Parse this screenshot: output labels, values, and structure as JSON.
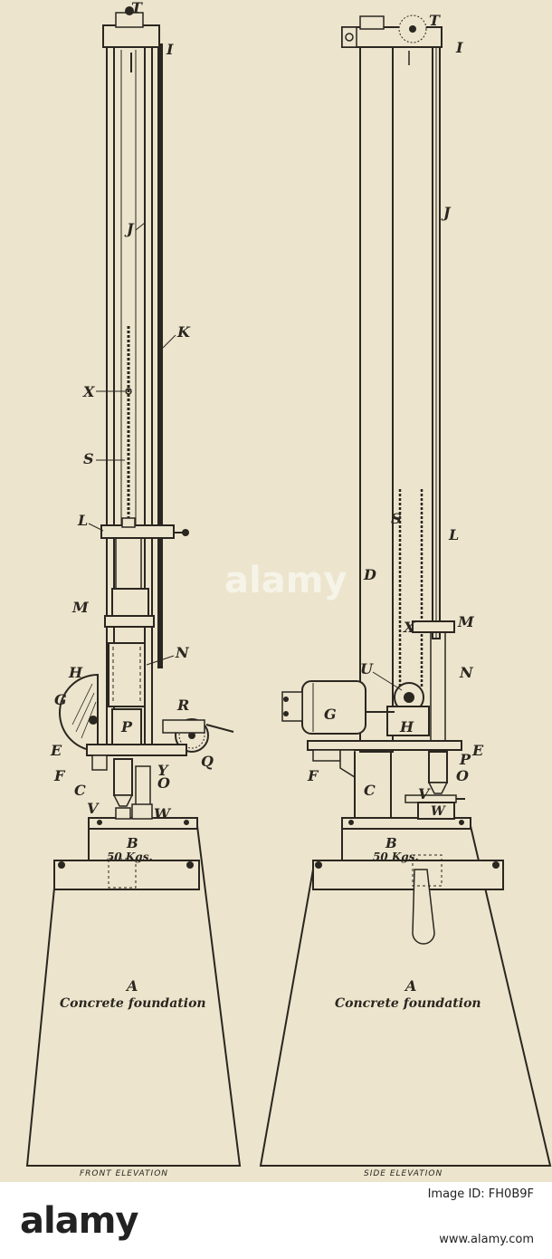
{
  "figure": {
    "front": {
      "labels": {
        "T": "T",
        "I": "I",
        "J": "J",
        "K": "K",
        "X": "X",
        "S": "S",
        "L": "L",
        "M": "M",
        "N": "N",
        "H": "H",
        "G": "G",
        "R": "R",
        "P": "P",
        "Q": "Q",
        "E": "E",
        "F": "F",
        "C": "C",
        "Y": "Y",
        "O": "O",
        "V": "V",
        "W": "W"
      },
      "base_label": "B",
      "base_weight": "50 Kgs.",
      "foundation_letter": "A",
      "foundation_text": "Concrete foundation",
      "caption": "FRONT ELEVATION"
    },
    "side": {
      "labels": {
        "T": "T",
        "I": "I",
        "J": "J",
        "S": "S",
        "L": "L",
        "D": "D",
        "M": "M",
        "X": "X",
        "U": "U",
        "N": "N",
        "G": "G",
        "H": "H",
        "E": "E",
        "P": "P",
        "F": "F",
        "O": "O",
        "C": "C",
        "V": "V",
        "W": "W"
      },
      "base_label": "B",
      "base_weight": "50 Kgs.",
      "foundation_letter": "A",
      "foundation_text": "Concrete foundation",
      "caption": "SIDE ELEVATION"
    }
  },
  "watermark": "alamy",
  "footer": {
    "logo": "alamy",
    "image_id": "Image ID: FH0B9F",
    "url": "www.alamy.com"
  }
}
